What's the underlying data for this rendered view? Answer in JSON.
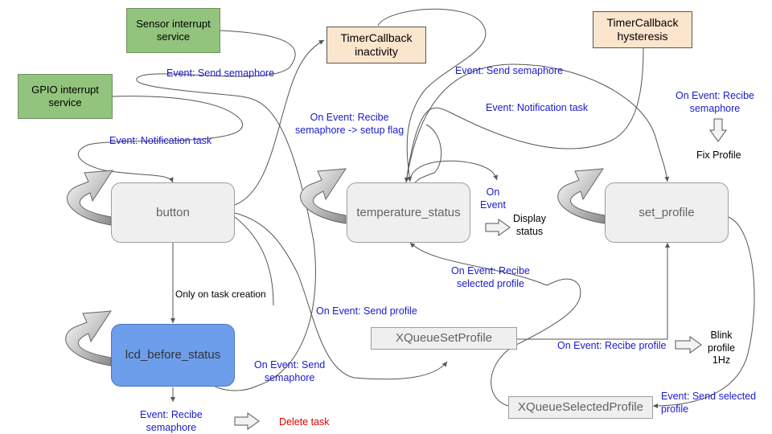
{
  "nodes": {
    "sensor_isr": "Sensor interrupt\nservice",
    "gpio_isr": "GPIO interrupt\nservice",
    "timer_inactivity": "TimerCallback\ninactivity",
    "timer_hysteresis": "TimerCallback\nhysteresis",
    "button": "button",
    "temperature_status": "temperature_status",
    "set_profile": "set_profile",
    "lcd_before_status": "lcd_before_status",
    "xqueue_set_profile": "XQueueSetProfile",
    "xqueue_selected_profile": "XQueueSelectedProfile"
  },
  "labels": {
    "event_send_semaphore_1": "Event: Send semaphore",
    "event_notification_task_1": "Event: Notification task",
    "on_event_recibe_semaphore_setup": "On Event: Recibe\nsemaphore -> setup flag",
    "event_send_semaphore_2": "Event: Send semaphore",
    "event_notification_task_2": "Event: Notification task",
    "on_event_recibe_semaphore_right": "On Event: Recibe\nsemaphore",
    "fix_profile": "Fix Profile",
    "on_event_small": "On\nEvent",
    "display_status": "Display\nstatus",
    "only_on_task_creation": "Only on task creation",
    "on_event_recibe_selected_profile": "On Event: Recibe\nselected profile",
    "on_event_send_profile": "On Event: Send profile",
    "on_event_send_semaphore": "On Event: Send\nsemaphore",
    "on_event_recibe_profile": "On Event: Recibe profile",
    "blink_profile": "Blink\nprofile\n1Hz",
    "event_send_selected_profile": "Event: Send selected\nprofile",
    "event_recibe_semaphore": "Event: Recibe\nsemaphore",
    "delete_task": "Delete task"
  },
  "colors": {
    "isr_fill": "#93c47d",
    "timer_fill": "#fce5cd",
    "task_fill": "#efefef",
    "lcd_fill": "#6d9eeb",
    "event_text": "#1a1acc",
    "delete_text": "#e00000"
  }
}
